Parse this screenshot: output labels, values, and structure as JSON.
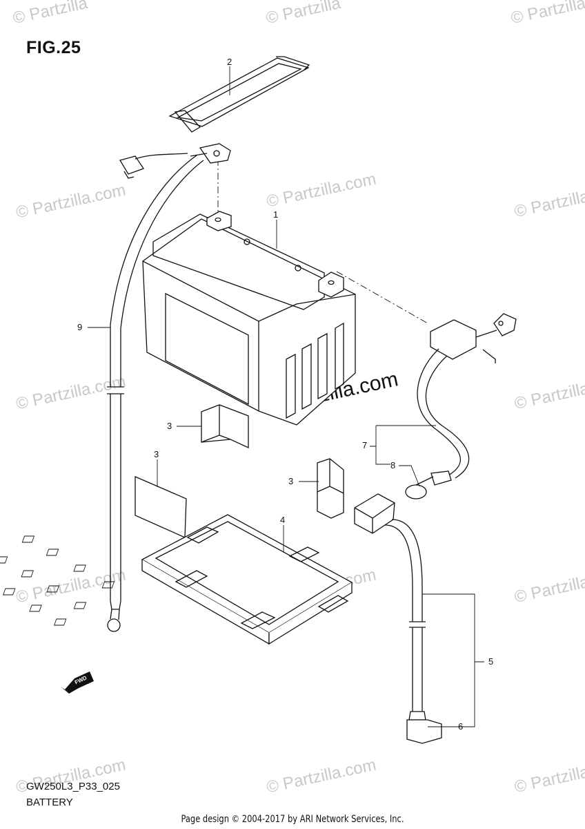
{
  "figure": {
    "title": "FIG.25",
    "code": "GW250L3_P33_025",
    "name": "BATTERY"
  },
  "footer": "Page design © 2004-2017 by ARI Network Services, Inc.",
  "watermark": {
    "text": "© Partzilla.com",
    "short_text": "© Partzilla",
    "center_text": "©Partzilla.com"
  },
  "fwd_label": "FWD",
  "callouts": [
    {
      "id": "1",
      "label": "1"
    },
    {
      "id": "2",
      "label": "2"
    },
    {
      "id": "3a",
      "label": "3"
    },
    {
      "id": "3b",
      "label": "3"
    },
    {
      "id": "3c",
      "label": "3"
    },
    {
      "id": "4",
      "label": "4"
    },
    {
      "id": "5",
      "label": "5"
    },
    {
      "id": "6",
      "label": "6"
    },
    {
      "id": "7",
      "label": "7"
    },
    {
      "id": "8",
      "label": "8"
    },
    {
      "id": "9",
      "label": "9"
    }
  ]
}
